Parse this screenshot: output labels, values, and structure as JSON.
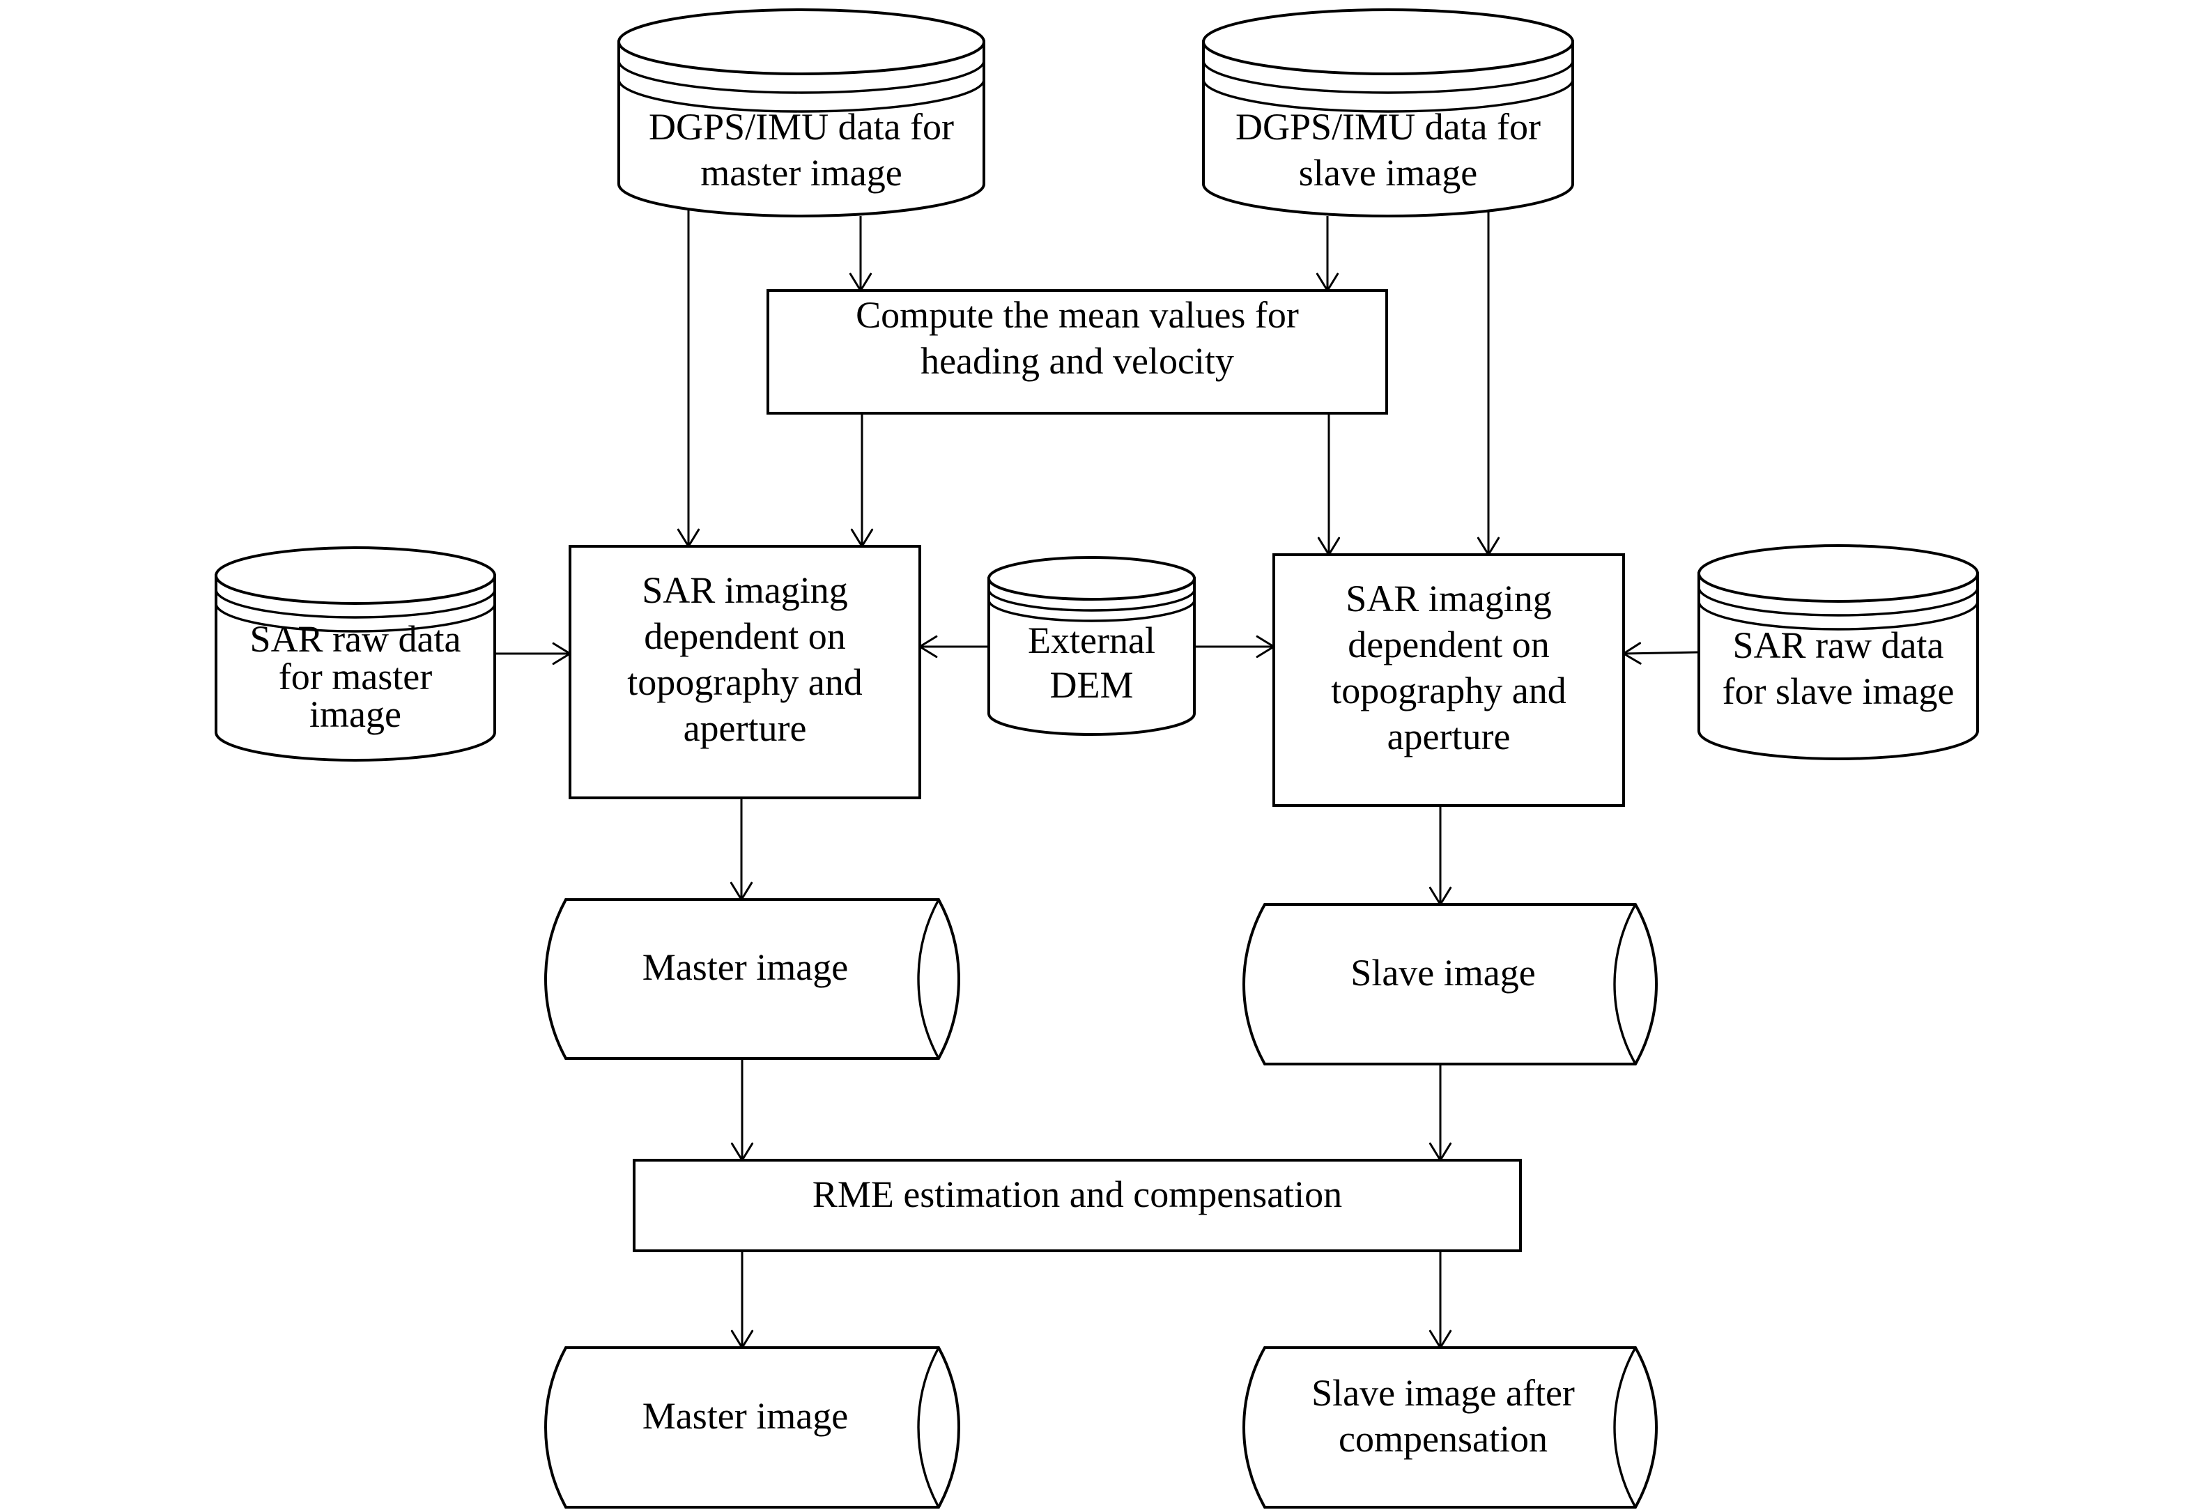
{
  "diagram": {
    "type": "flowchart",
    "nodes": {
      "dgps_master": {
        "kind": "database",
        "lines": [
          "DGPS/IMU data for",
          "master image"
        ]
      },
      "dgps_slave": {
        "kind": "database",
        "lines": [
          "DGPS/IMU data for",
          "slave image"
        ]
      },
      "compute_mean": {
        "kind": "process",
        "lines": [
          "Compute the mean values for",
          "heading and velocity"
        ]
      },
      "sar_raw_master": {
        "kind": "database",
        "lines": [
          "SAR raw data",
          "for master",
          "image"
        ]
      },
      "sar_imaging_master": {
        "kind": "process",
        "lines": [
          "SAR imaging",
          "dependent on",
          "topography and",
          "aperture"
        ]
      },
      "external_dem": {
        "kind": "database",
        "lines": [
          "External",
          "DEM"
        ]
      },
      "sar_imaging_slave": {
        "kind": "process",
        "lines": [
          "SAR imaging",
          "dependent on",
          "topography and",
          "aperture"
        ]
      },
      "sar_raw_slave": {
        "kind": "database",
        "lines": [
          "SAR raw data",
          "for slave image"
        ]
      },
      "master_image": {
        "kind": "storage",
        "lines": [
          "Master image"
        ]
      },
      "slave_image": {
        "kind": "storage",
        "lines": [
          "Slave image"
        ]
      },
      "rme": {
        "kind": "process",
        "lines": [
          "RME estimation and compensation"
        ]
      },
      "master_image_out": {
        "kind": "storage",
        "lines": [
          "Master image"
        ]
      },
      "slave_image_out": {
        "kind": "storage",
        "lines": [
          "Slave image after",
          "compensation"
        ]
      }
    },
    "edges": [
      {
        "from": "dgps_master",
        "to": "compute_mean"
      },
      {
        "from": "dgps_slave",
        "to": "compute_mean"
      },
      {
        "from": "dgps_master",
        "to": "sar_imaging_master"
      },
      {
        "from": "compute_mean",
        "to": "sar_imaging_master"
      },
      {
        "from": "compute_mean",
        "to": "sar_imaging_slave"
      },
      {
        "from": "dgps_slave",
        "to": "sar_imaging_slave"
      },
      {
        "from": "sar_raw_master",
        "to": "sar_imaging_master"
      },
      {
        "from": "external_dem",
        "to": "sar_imaging_master"
      },
      {
        "from": "external_dem",
        "to": "sar_imaging_slave"
      },
      {
        "from": "sar_raw_slave",
        "to": "sar_imaging_slave"
      },
      {
        "from": "sar_imaging_master",
        "to": "master_image"
      },
      {
        "from": "sar_imaging_slave",
        "to": "slave_image"
      },
      {
        "from": "master_image",
        "to": "rme"
      },
      {
        "from": "slave_image",
        "to": "rme"
      },
      {
        "from": "rme",
        "to": "master_image_out"
      },
      {
        "from": "rme",
        "to": "slave_image_out"
      }
    ]
  }
}
